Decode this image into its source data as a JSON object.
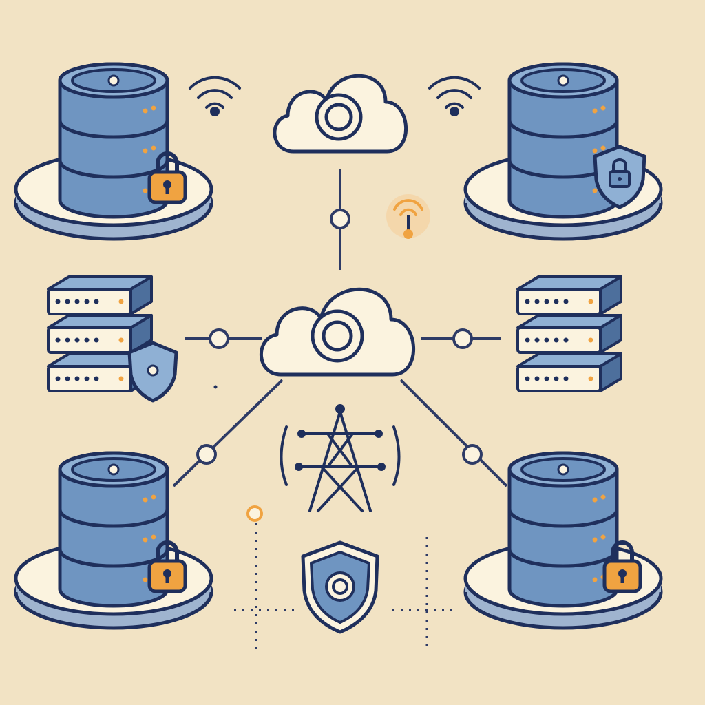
{
  "colors": {
    "background": "#f2e3c4",
    "outline": "#1f2f5c",
    "blue": "#6f95c1",
    "blue_light": "#8fb0d4",
    "blue_dark": "#4d6f9c",
    "cream": "#fbf3df",
    "orange": "#f0a341",
    "shadow": "#9fb4cf",
    "line": "#2e3b66"
  },
  "diagram": {
    "nodes": [
      {
        "id": "cloud-top",
        "icon": "cloud-target-icon"
      },
      {
        "id": "cloud-center",
        "icon": "cloud-target-icon"
      },
      {
        "id": "database-top-left",
        "icon": "database-icon",
        "badge": "padlock-icon"
      },
      {
        "id": "database-top-right",
        "icon": "database-icon",
        "badge": "shield-lock-icon"
      },
      {
        "id": "database-bottom-left",
        "icon": "database-icon",
        "badge": "padlock-icon"
      },
      {
        "id": "database-bottom-right",
        "icon": "database-icon",
        "badge": "padlock-icon"
      },
      {
        "id": "server-rack-left",
        "icon": "server-rack-icon",
        "badge": "shield-icon"
      },
      {
        "id": "server-rack-right",
        "icon": "server-rack-icon"
      },
      {
        "id": "transmission-tower",
        "icon": "radio-tower-icon"
      },
      {
        "id": "security-shield",
        "icon": "shield-target-icon"
      }
    ],
    "edges": [
      {
        "from": "cloud-top",
        "to": "cloud-center"
      },
      {
        "from": "cloud-center",
        "to": "server-rack-left"
      },
      {
        "from": "cloud-center",
        "to": "server-rack-right"
      },
      {
        "from": "cloud-center",
        "to": "database-bottom-left"
      },
      {
        "from": "cloud-center",
        "to": "database-bottom-right"
      }
    ],
    "decorations": [
      "wifi-icon",
      "wifi-icon",
      "signal-beacon-icon"
    ]
  }
}
